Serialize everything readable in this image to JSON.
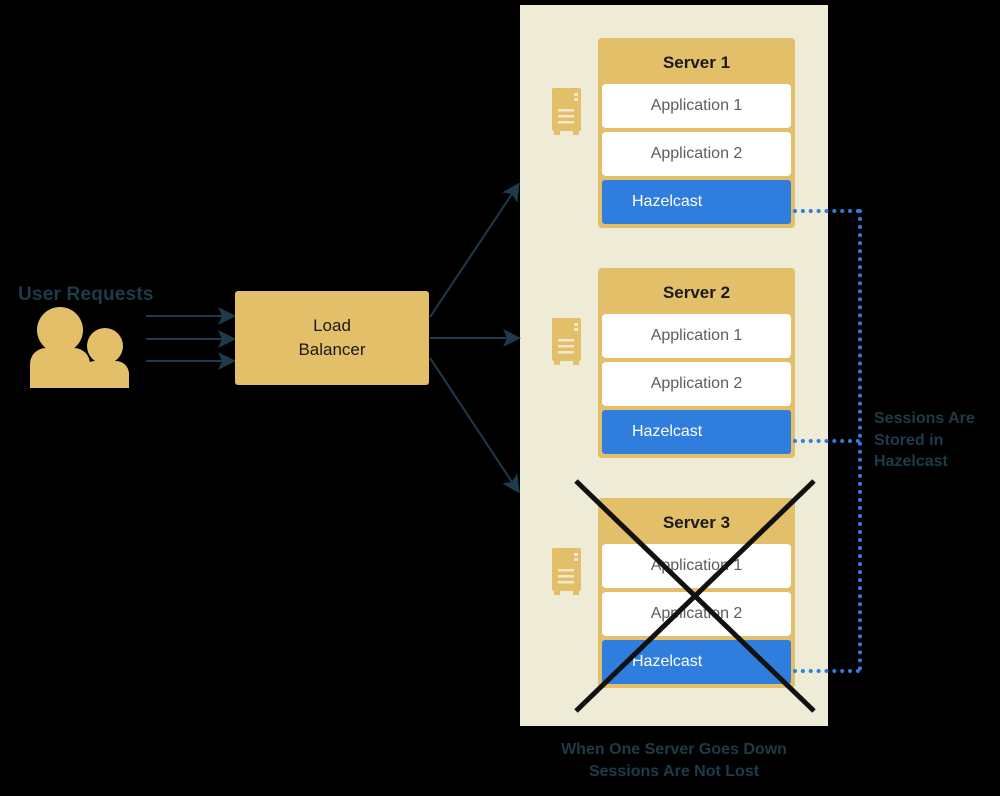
{
  "colors": {
    "background": "#000000",
    "panel": "#eeecd7",
    "gold": "#e2bf68",
    "blue": "#2f7ede",
    "teal": "#1d3b4a",
    "white": "#ffffff",
    "cross": "#111111"
  },
  "users": {
    "label": "User Requests",
    "icon": "users-icon",
    "request_arrows": 3
  },
  "load_balancer": {
    "line1": "Load",
    "line2": "Balancer"
  },
  "servers": [
    {
      "title": "Server 1",
      "rack_icon": "server-rack-icon",
      "apps": [
        "Application 1",
        "Application 2"
      ],
      "cache": "Hazelcast",
      "down": false
    },
    {
      "title": "Server 2",
      "rack_icon": "server-rack-icon",
      "apps": [
        "Application 1",
        "Application 2"
      ],
      "cache": "Hazelcast",
      "down": false
    },
    {
      "title": "Server 3",
      "rack_icon": "server-rack-icon",
      "apps": [
        "Application 1",
        "Application 2"
      ],
      "cache": "Hazelcast",
      "down": true
    }
  ],
  "sessions_label": {
    "line1": "Sessions Are",
    "line2": "Stored in",
    "line3": "Hazelcast"
  },
  "caption": {
    "line1": "When One Server Goes Down",
    "line2": "Sessions Are Not Lost"
  }
}
